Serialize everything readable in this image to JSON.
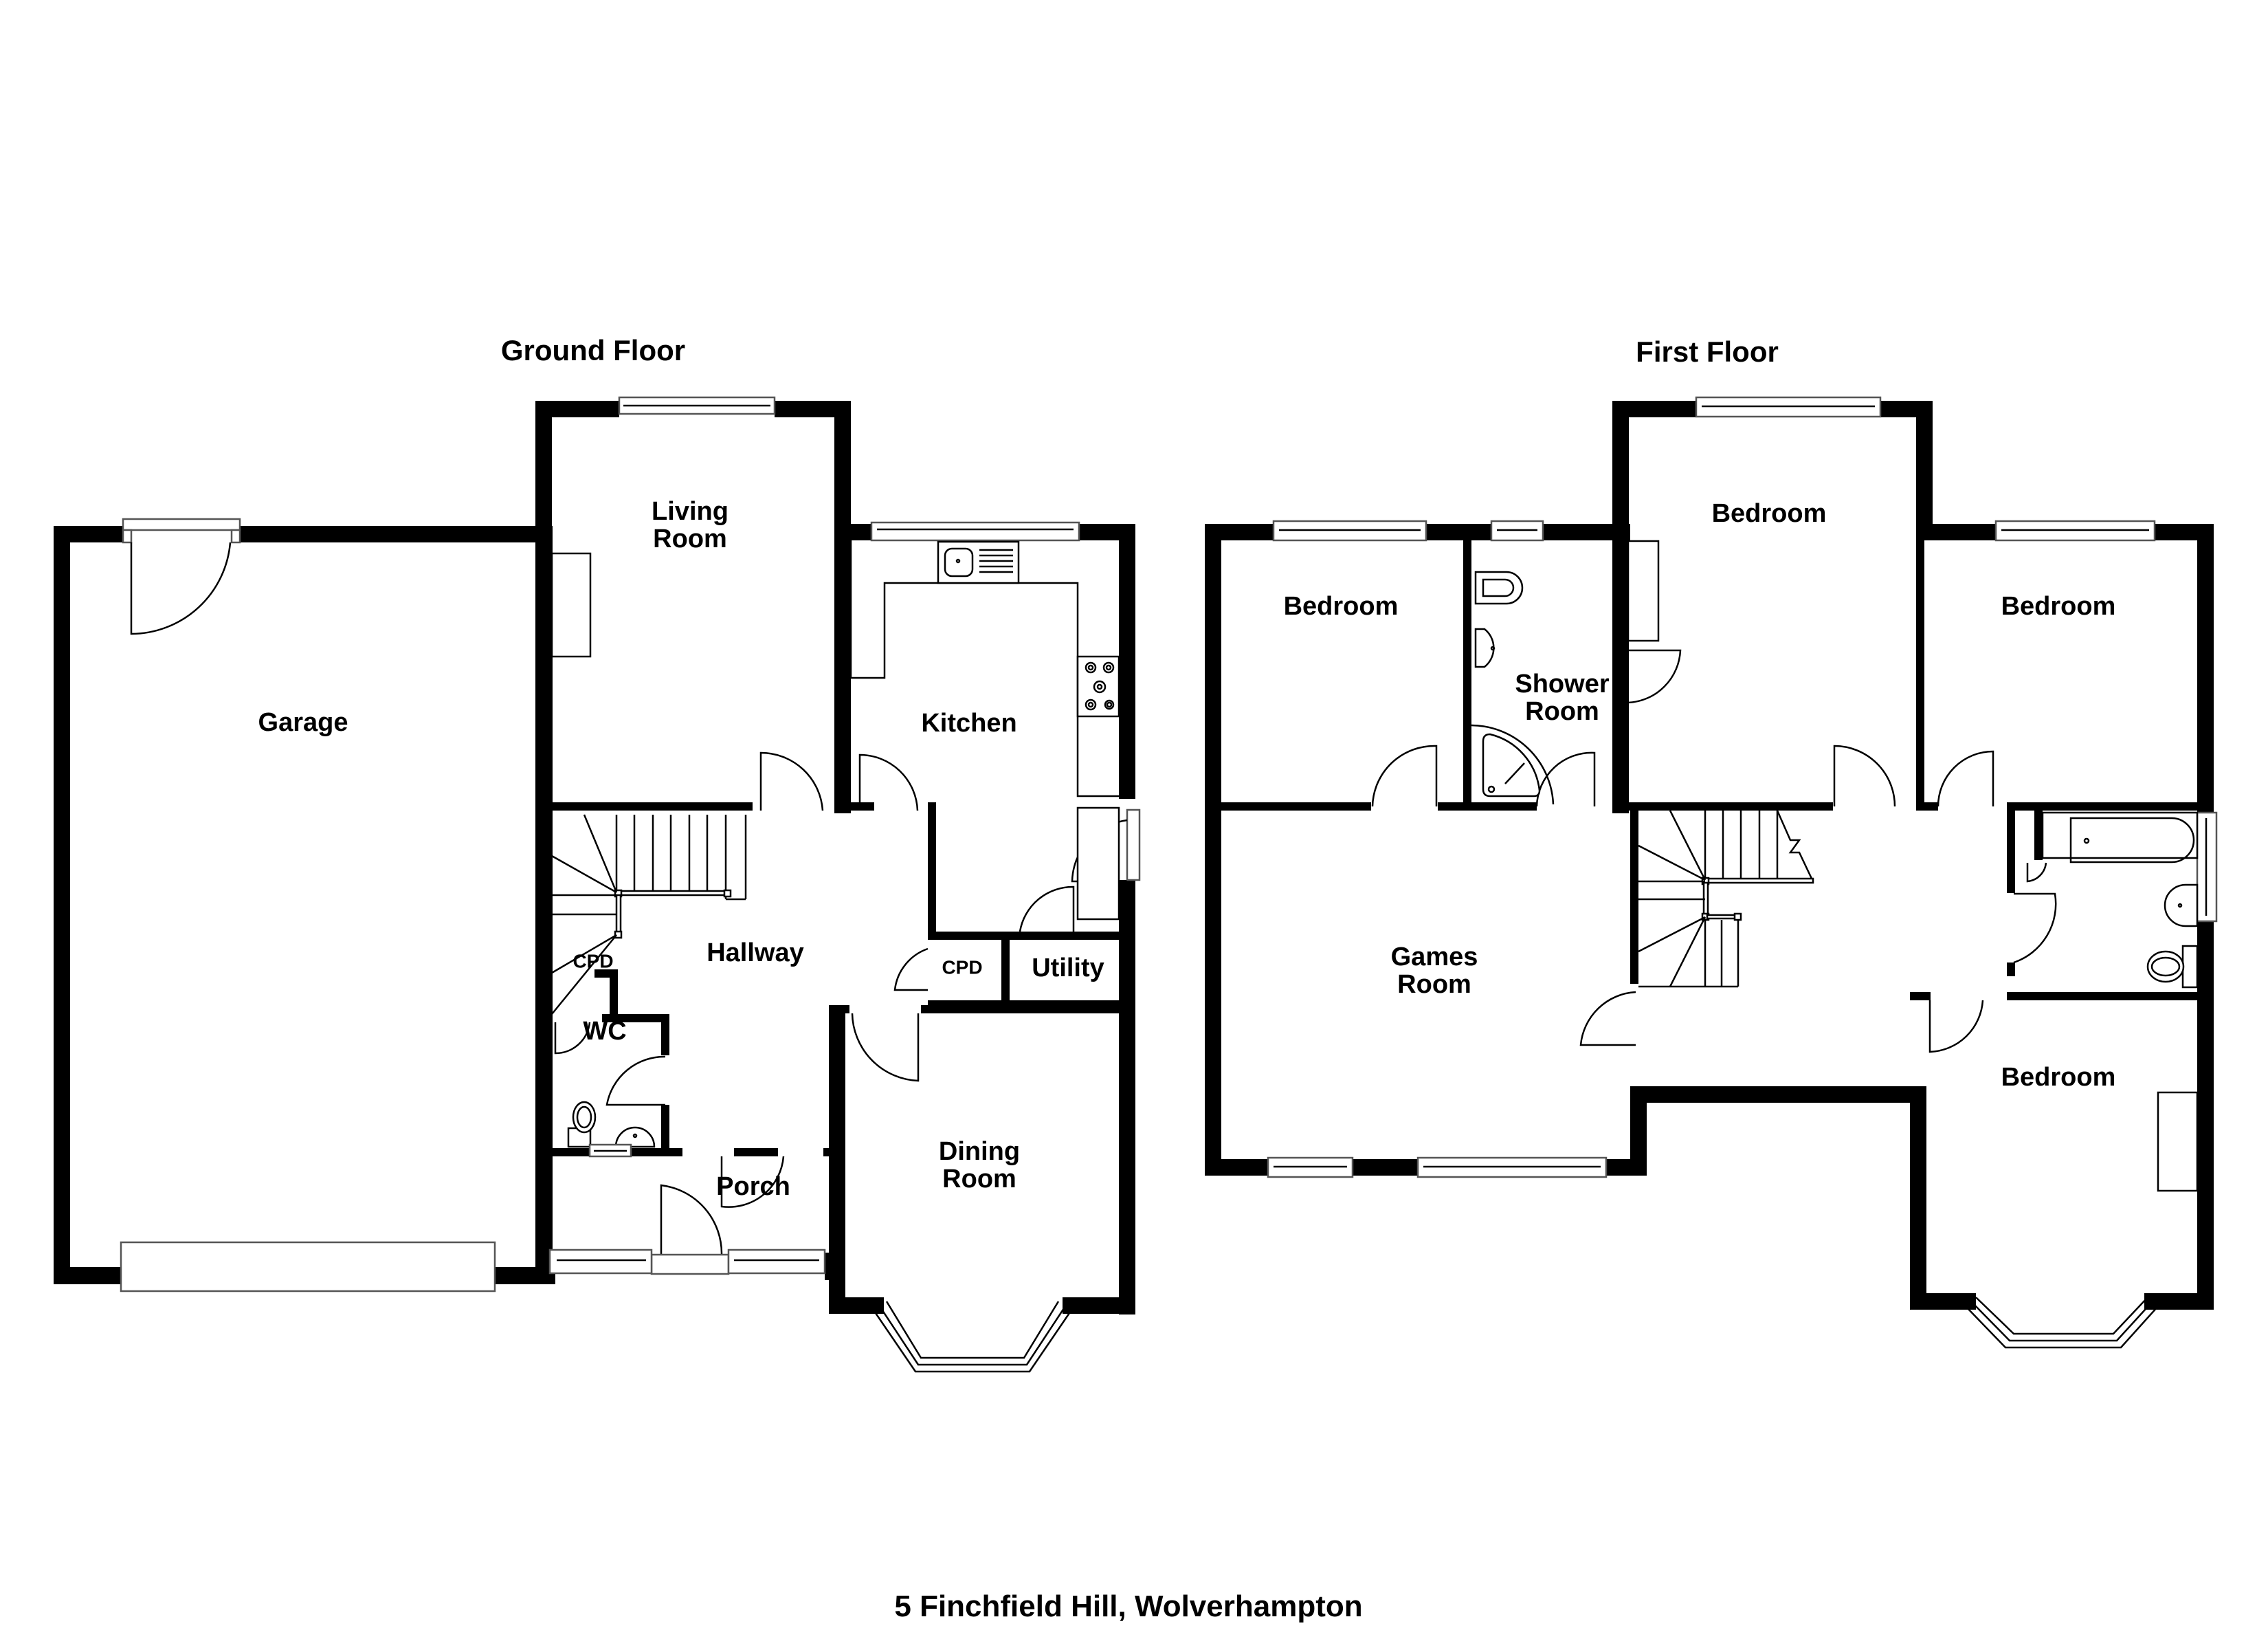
{
  "plan": {
    "address": "5 Finchfield Hill, Wolverhampton",
    "wall_color": "#000000",
    "background": "#ffffff"
  },
  "ground_floor": {
    "title": "Ground Floor",
    "rooms": {
      "garage": "Garage",
      "living_room": "Living Room",
      "kitchen": "Kitchen",
      "hallway": "Hallway",
      "cpd_under_stairs": "CPD",
      "cpd_hall": "CPD",
      "utility": "Utility",
      "wc": "WC",
      "porch": "Porch",
      "dining_room": "Dining Room"
    },
    "fixtures": [
      "sink",
      "hob",
      "toilet",
      "basin",
      "staircase",
      "chimney-breast"
    ]
  },
  "first_floor": {
    "title": "First Floor",
    "rooms": {
      "bedroom_front_left": "Bedroom",
      "shower_room": "Shower Room",
      "bedroom_top": "Bedroom",
      "bedroom_right": "Bedroom",
      "games_room": "Games Room",
      "bedroom_bay": "Bedroom",
      "bathroom": ""
    },
    "fixtures": [
      "toilet",
      "basin",
      "corner-shower",
      "bath",
      "staircase"
    ]
  }
}
